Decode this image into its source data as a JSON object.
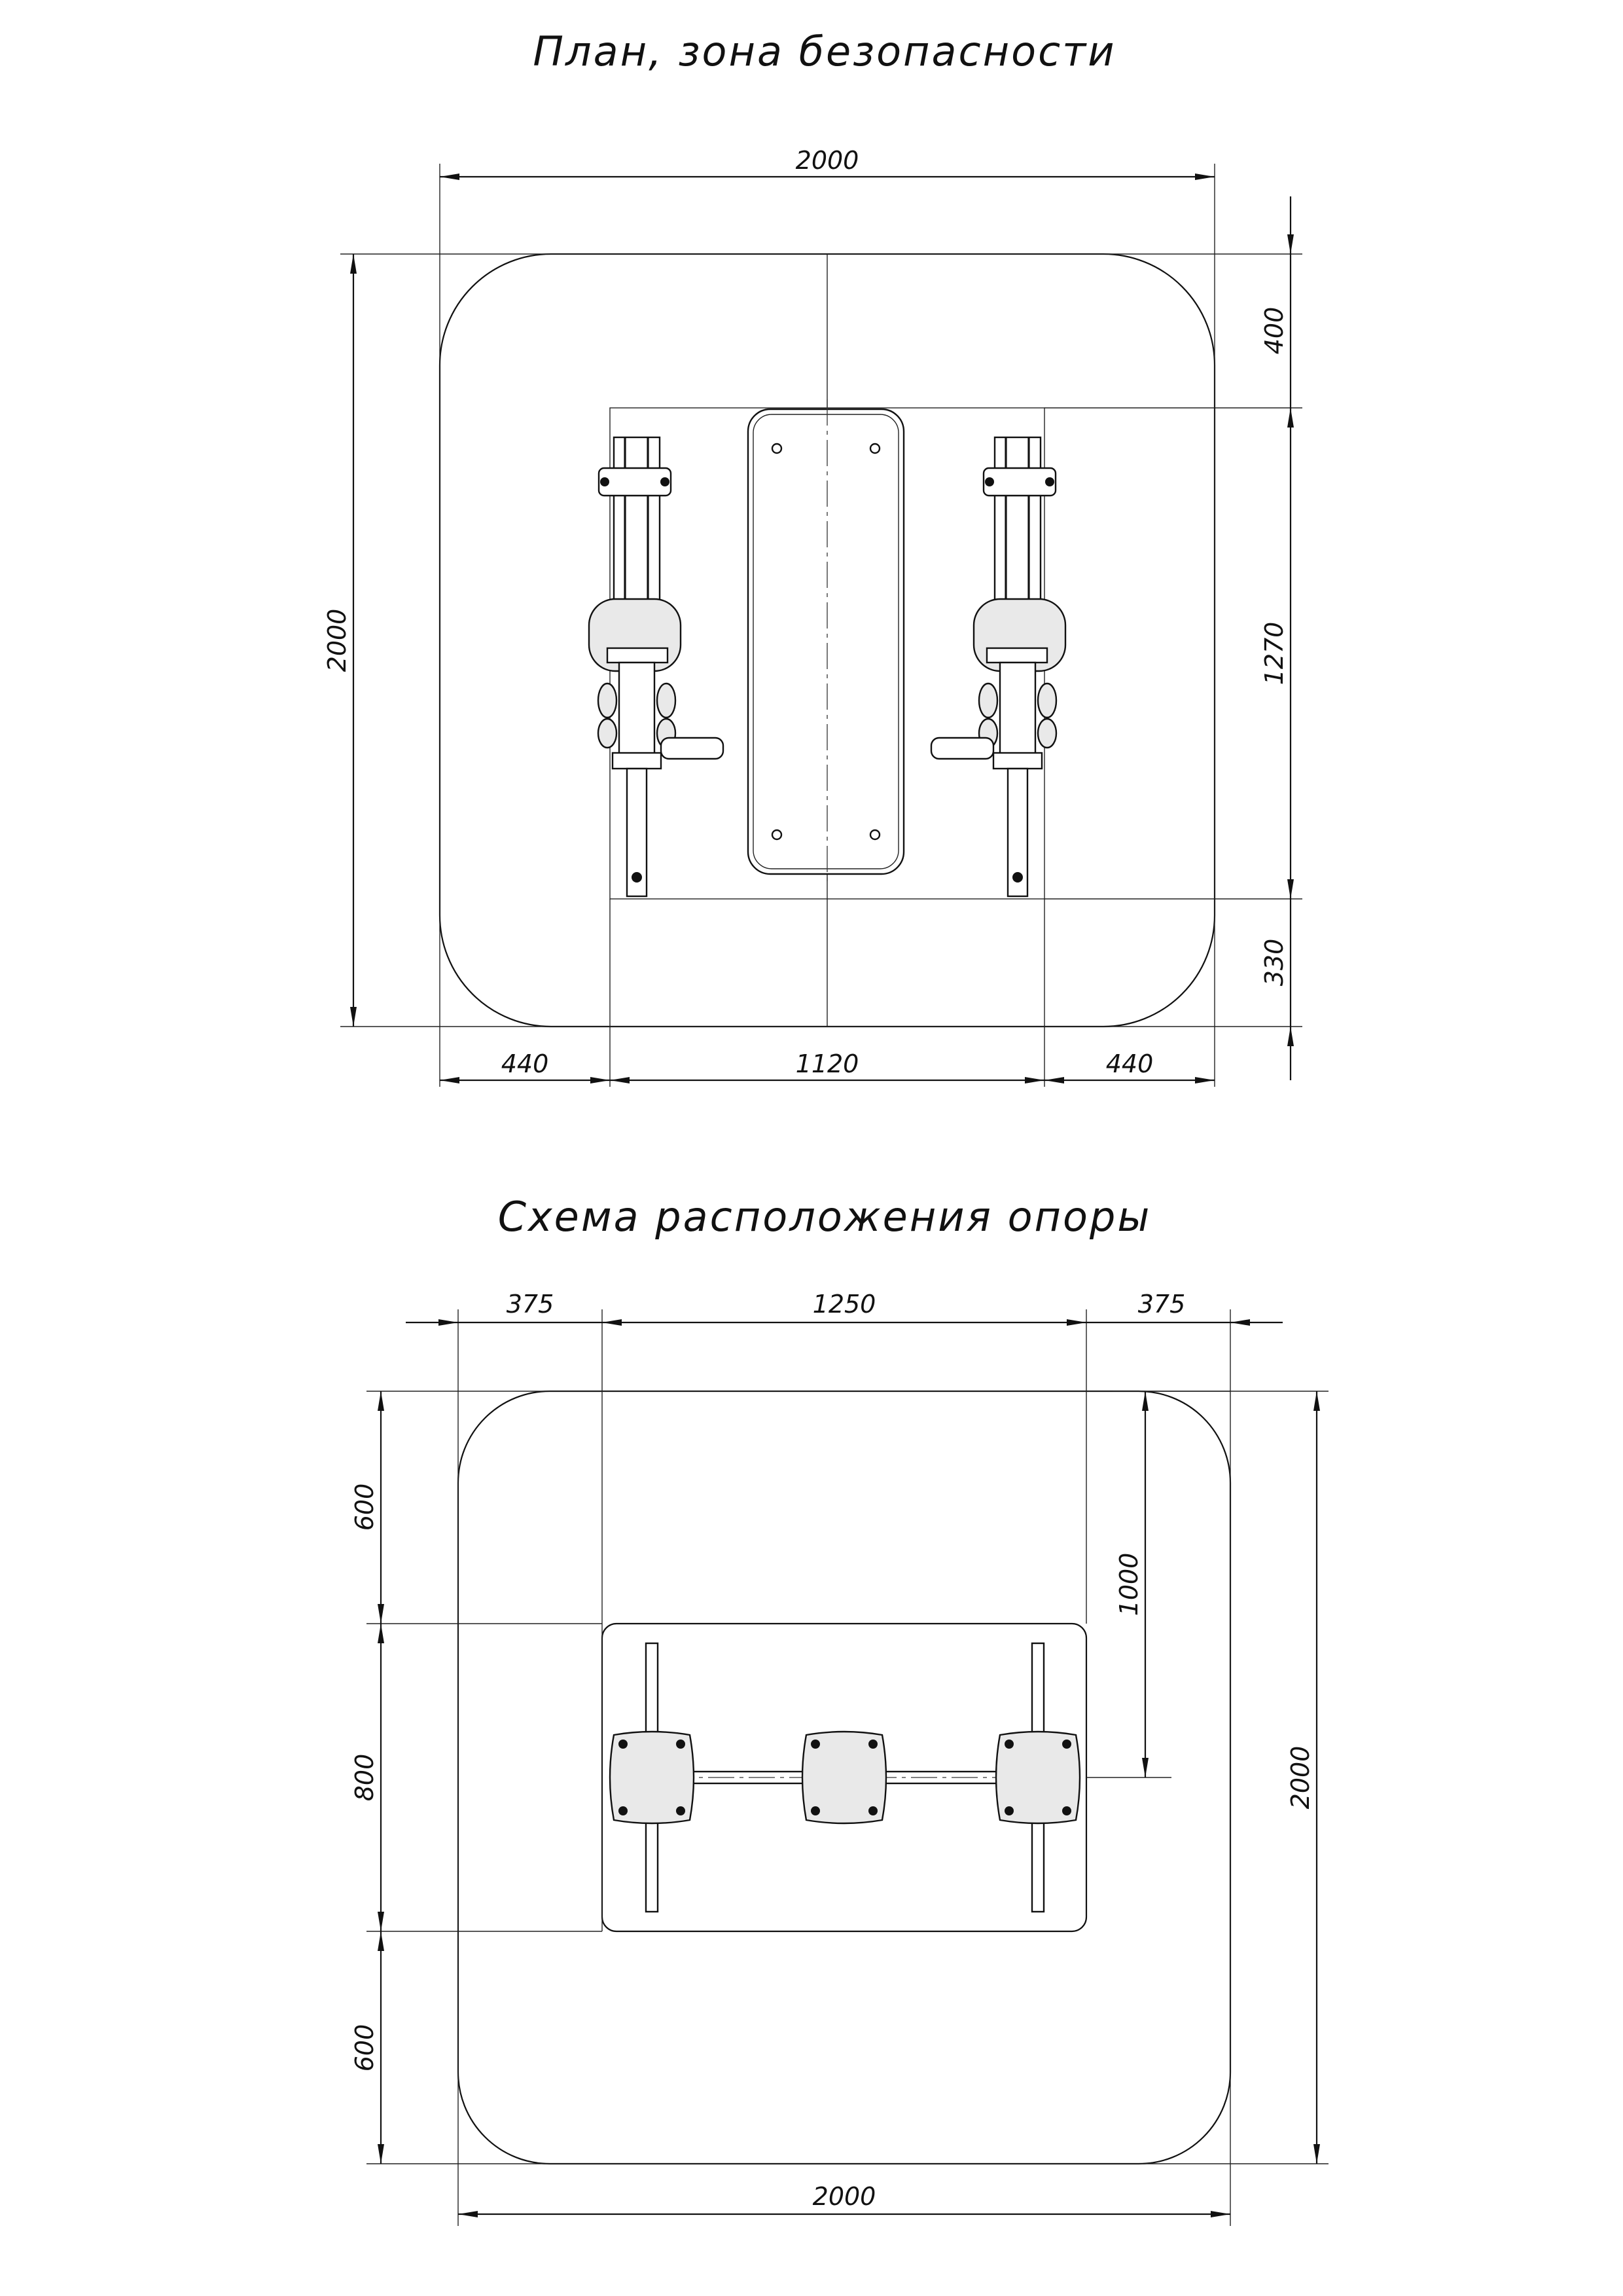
{
  "plan": {
    "title": "План, зона безопасности",
    "dims": {
      "top_width": "2000",
      "left_height": "2000",
      "right_top": "400",
      "right_middle": "1270",
      "right_bottom": "330",
      "bottom_left": "440",
      "bottom_middle": "1120",
      "bottom_right": "440"
    }
  },
  "support": {
    "title": "Схема расположения опоры",
    "dims": {
      "top_left": "375",
      "top_middle": "1250",
      "top_right": "375",
      "left_top": "600",
      "left_middle": "800",
      "left_bottom": "600",
      "right_inner": "1000",
      "right_outer": "2000",
      "bottom_width": "2000"
    }
  }
}
